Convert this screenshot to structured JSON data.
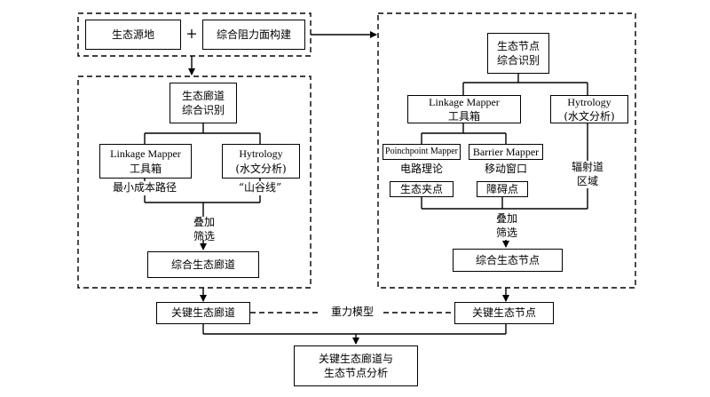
{
  "top_group": {
    "source_area": "生态源地",
    "plus": "+",
    "resistance": "综合阻力面构建"
  },
  "corridor_section": {
    "identify_title_l1": "生态廊道",
    "identify_title_l2": "综合识别",
    "linkage_l1": "Linkage Mapper",
    "linkage_l2": "工具箱",
    "hydrology_l1": "Hytrology",
    "hydrology_l2": "(水文分析)",
    "min_cost_path": "最小成本路径",
    "valley_line": "“山谷线”",
    "overlay_l1": "叠加",
    "overlay_l2": "筛选",
    "result": "综合生态廊道"
  },
  "node_section": {
    "identify_title_l1": "生态节点",
    "identify_title_l2": "综合识别",
    "linkage_l1": "Linkage Mapper",
    "linkage_l2": "工具箱",
    "hydrology_l1": "Hytrology",
    "hydrology_l2": "(水文分析)",
    "pinchpoint": "Poinchpoint Mapper",
    "barrier": "Barrier Mapper",
    "circuit_theory": "电路理论",
    "moving_window": "移动窗口",
    "pinch_result": "生态夹点",
    "barrier_result": "障碍点",
    "radial_l1": "辐射道",
    "radial_l2": "区域",
    "overlay_l1": "叠加",
    "overlay_l2": "筛选",
    "result": "综合生态节点"
  },
  "bottom": {
    "key_corridor": "关键生态廊道",
    "gravity_model": "重力模型",
    "key_node": "关键生态节点",
    "final_l1": "关键生态廊道与",
    "final_l2": "生态节点分析"
  }
}
